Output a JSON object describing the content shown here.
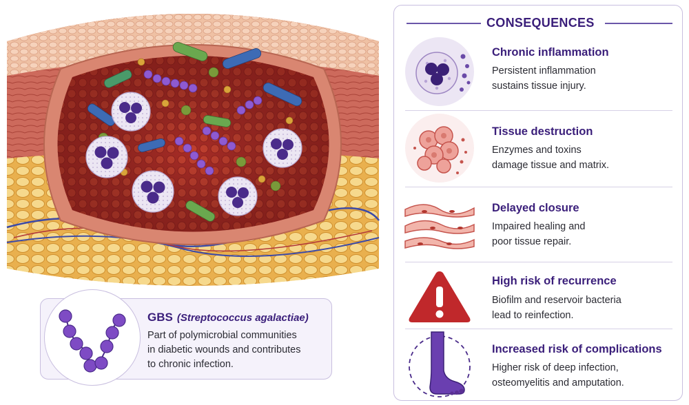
{
  "gbs": {
    "title": "GBS",
    "scientific_name": "(Streptococcus agalactiae)",
    "description_lines": [
      "Part of polymicrobial communities",
      "in diabetic wounds and contributes",
      "to chronic infection."
    ]
  },
  "consequences": {
    "heading": "CONSEQUENCES",
    "items": [
      {
        "icon": "immune-cell-icon",
        "title": "Chronic inflammation",
        "lines": [
          "Persistent inflammation",
          "sustains tissue injury."
        ]
      },
      {
        "icon": "damaged-cells-icon",
        "title": "Tissue destruction",
        "lines": [
          "Enzymes and toxins",
          "damage tissue and matrix."
        ]
      },
      {
        "icon": "tissue-fibers-icon",
        "title": "Delayed closure",
        "lines": [
          "Impaired healing and",
          "poor tissue repair."
        ]
      },
      {
        "icon": "warning-icon",
        "title": "High risk of recurrence",
        "lines": [
          "Biofilm and reservoir bacteria",
          "lead to reinfection."
        ]
      },
      {
        "icon": "foot-icon",
        "title": "Increased risk of complications",
        "lines": [
          "Higher risk of deep infection,",
          "osteomyelitis and amputation."
        ]
      }
    ]
  },
  "colors": {
    "accent": "#3a1e7a",
    "border": "#c8bedf",
    "card_bg": "#f5f2fb",
    "warning": "#c0282b",
    "bacteria_purple": "#6a3fb0",
    "wound_red": "#b8322a"
  }
}
